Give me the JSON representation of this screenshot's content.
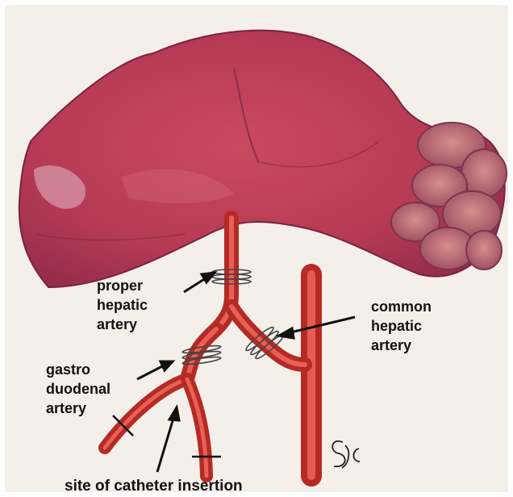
{
  "labels": {
    "proper_hepatic": {
      "lines": [
        "proper",
        "hepatic",
        "artery"
      ]
    },
    "common_hepatic": {
      "lines": [
        "common",
        "hepatic",
        "artery"
      ]
    },
    "gastroduodenal": {
      "lines": [
        "gastro",
        "duodenal",
        "artery"
      ]
    },
    "catheter_site": {
      "text": "site of catheter insertion"
    }
  },
  "signature": {
    "text": "SJC"
  },
  "colors": {
    "background": "#f4efe9",
    "liver": "#b63a55",
    "artery": "#e5433a",
    "label_text": "#111111"
  }
}
